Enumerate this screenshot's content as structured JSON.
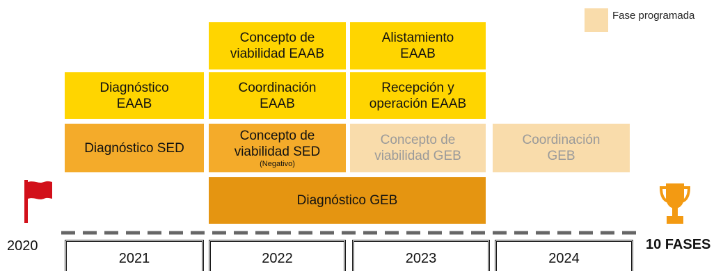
{
  "legend": {
    "label": "Fase programada"
  },
  "colors": {
    "eaab": "#ffd500",
    "sed": "#f4ab2a",
    "programmed": "#f9dcab",
    "geb": "#e59511",
    "timeline": "#666666"
  },
  "icons": {
    "start": "red-flag-icon",
    "end": "trophy-icon"
  },
  "start_year": "2020",
  "total_label": "10 FASES",
  "years": [
    "2021",
    "2022",
    "2023",
    "2024"
  ],
  "phases": {
    "concepto_viabilidad_eaab": "Concepto de viabilidad EAAB",
    "alistamiento_eaab": "Alistamiento EAAB",
    "diagnostico_eaab": "Diagnóstico EAAB",
    "coordinacion_eaab": "Coordinación EAAB",
    "recepcion_operacion_eaab": "Recepción y operación EAAB",
    "diagnostico_sed": "Diagnóstico SED",
    "concepto_viabilidad_sed": "Concepto de viabilidad SED",
    "concepto_viabilidad_sed_note": "(Negativo)",
    "concepto_viabilidad_geb": "Concepto de viabilidad GEB",
    "coordinacion_geb": "Coordinación GEB",
    "diagnostico_geb": "Diagnóstico GEB"
  }
}
